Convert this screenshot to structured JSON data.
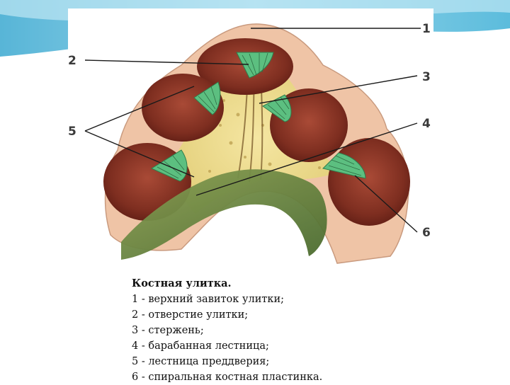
{
  "colors": {
    "band": "#4fb6d8",
    "bone": "#efc5a8",
    "canal": "#8c3626",
    "spongy": "#ecdc8c",
    "membrane": "#57b47a",
    "nerve": "#5e7a3a"
  },
  "figure": {
    "numbers": [
      "1",
      "2",
      "3",
      "4",
      "5",
      "6"
    ]
  },
  "caption": {
    "title": "Костная улитка.",
    "items": [
      "1 - верхний завиток улитки;",
      "2 - отверстие улитки;",
      "3 - стержень;",
      "4 - барабанная лестница;",
      "5 - лестница преддверия;",
      "6 - спиральная костная пластинка."
    ]
  }
}
